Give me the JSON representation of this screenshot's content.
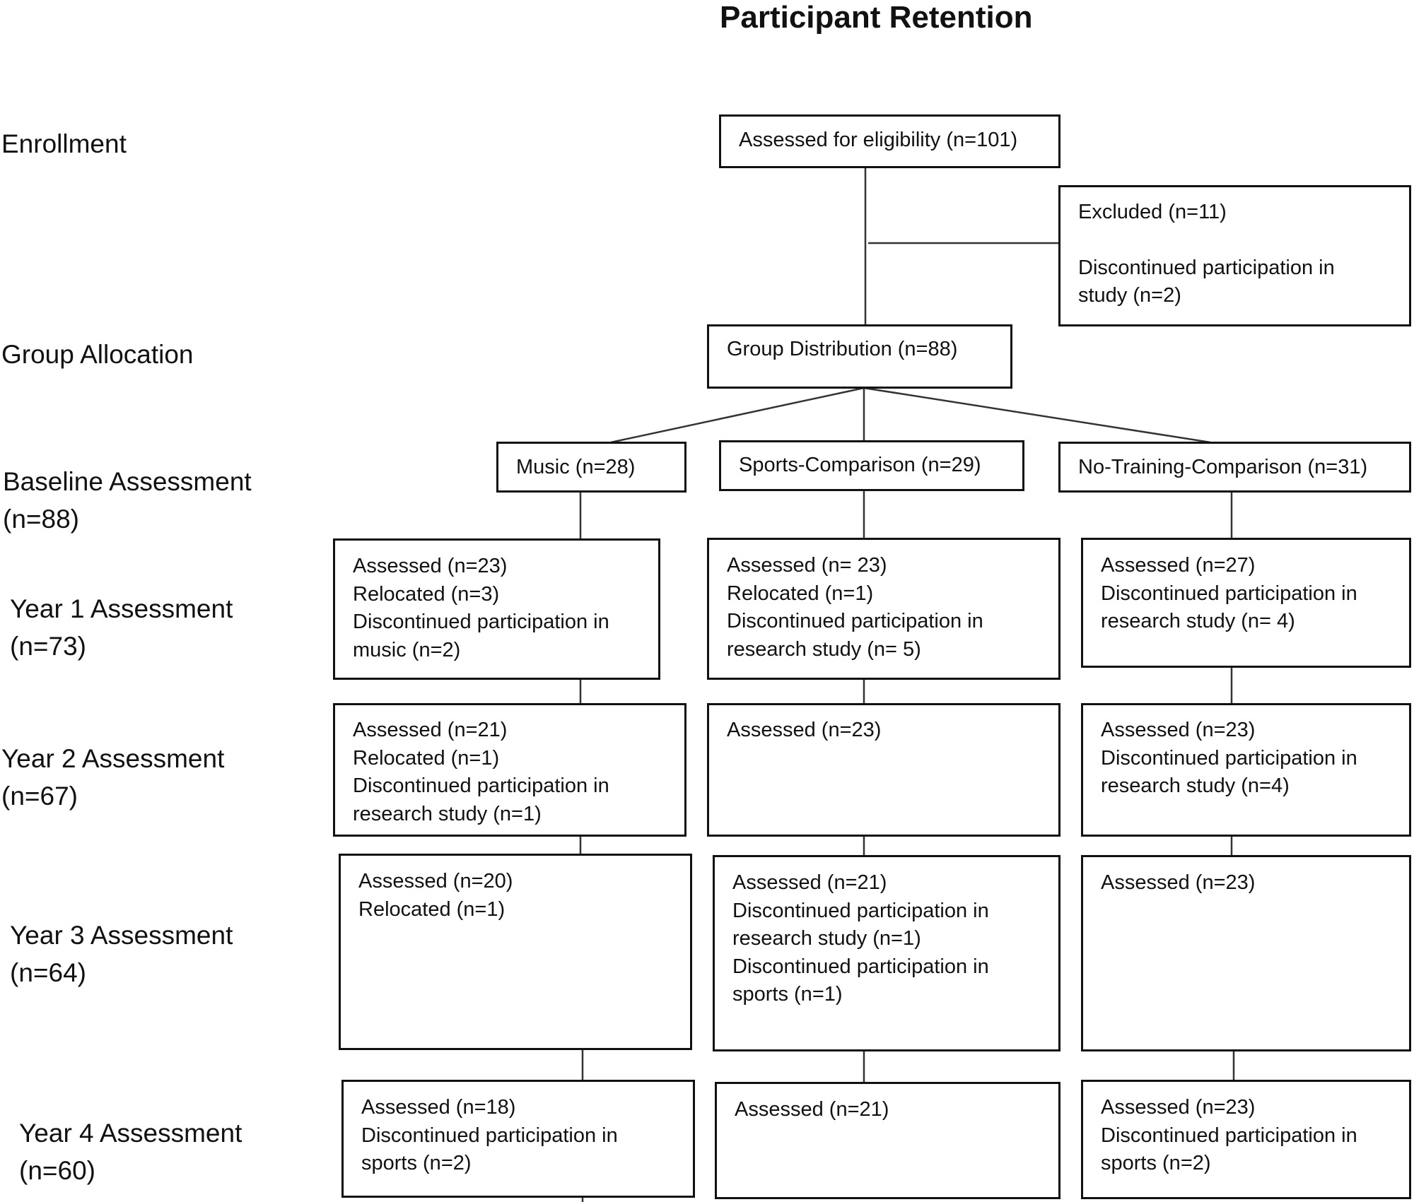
{
  "title": "Participant Retention",
  "stages": {
    "enrollment": [
      "Enrollment"
    ],
    "group_allocation": [
      "Group Allocation"
    ],
    "baseline": [
      "Baseline Assessment",
      "(n=88)"
    ],
    "year1": [
      "Year 1 Assessment",
      "(n=73)"
    ],
    "year2": [
      "Year 2 Assessment",
      "(n=67)"
    ],
    "year3": [
      "Year 3 Assessment",
      "(n=64)"
    ],
    "year4": [
      "Year 4 Assessment",
      "(n=60)"
    ]
  },
  "boxes": {
    "eligibility": [
      "Assessed for eligibility  (n=101)"
    ],
    "excluded": [
      "Excluded (n=11)",
      "Discontinued participation in",
      "study (n=2)"
    ],
    "distribution": [
      "Group Distribution (n=88)"
    ],
    "music": [
      "Music (n=28)"
    ],
    "sports": [
      "Sports-Comparison (n=29)"
    ],
    "notraining": [
      "No-Training-Comparison (n=31)"
    ],
    "music_y1": [
      "Assessed  (n=23)",
      "Relocated  (n=3)",
      "Discontinued participation in",
      "music (n=2)"
    ],
    "sports_y1": [
      "Assessed  (n= 23)",
      "Relocated (n=1)",
      "Discontinued participation in",
      "research study (n= 5)"
    ],
    "notraining_y1": [
      "Assessed  (n=27)",
      "Discontinued participation in",
      "research study (n= 4)"
    ],
    "music_y2": [
      "Assessed  (n=21)",
      "Relocated  (n=1)",
      "Discontinued participation in",
      "research study (n=1)"
    ],
    "sports_y2": [
      "Assessed  (n=23)"
    ],
    "notraining_y2": [
      "Assessed  (n=23)",
      "Discontinued participation in",
      "research study  (n=4)"
    ],
    "music_y3": [
      "Assessed  (n=20)",
      "Relocated  (n=1)"
    ],
    "sports_y3": [
      "Assessed  (n=21)",
      "Discontinued participation in",
      "research study (n=1)",
      "Discontinued participation in",
      "sports (n=1)"
    ],
    "notraining_y3": [
      "Assessed  (n=23)"
    ],
    "music_y4": [
      "Assessed  (n=18)",
      "Discontinued participation in",
      "sports (n=2)"
    ],
    "sports_y4": [
      "Assessed  (n=21)"
    ],
    "notraining_y4": [
      "Assessed  (n=23)",
      "Discontinued participation in",
      "sports (n=2)"
    ]
  }
}
